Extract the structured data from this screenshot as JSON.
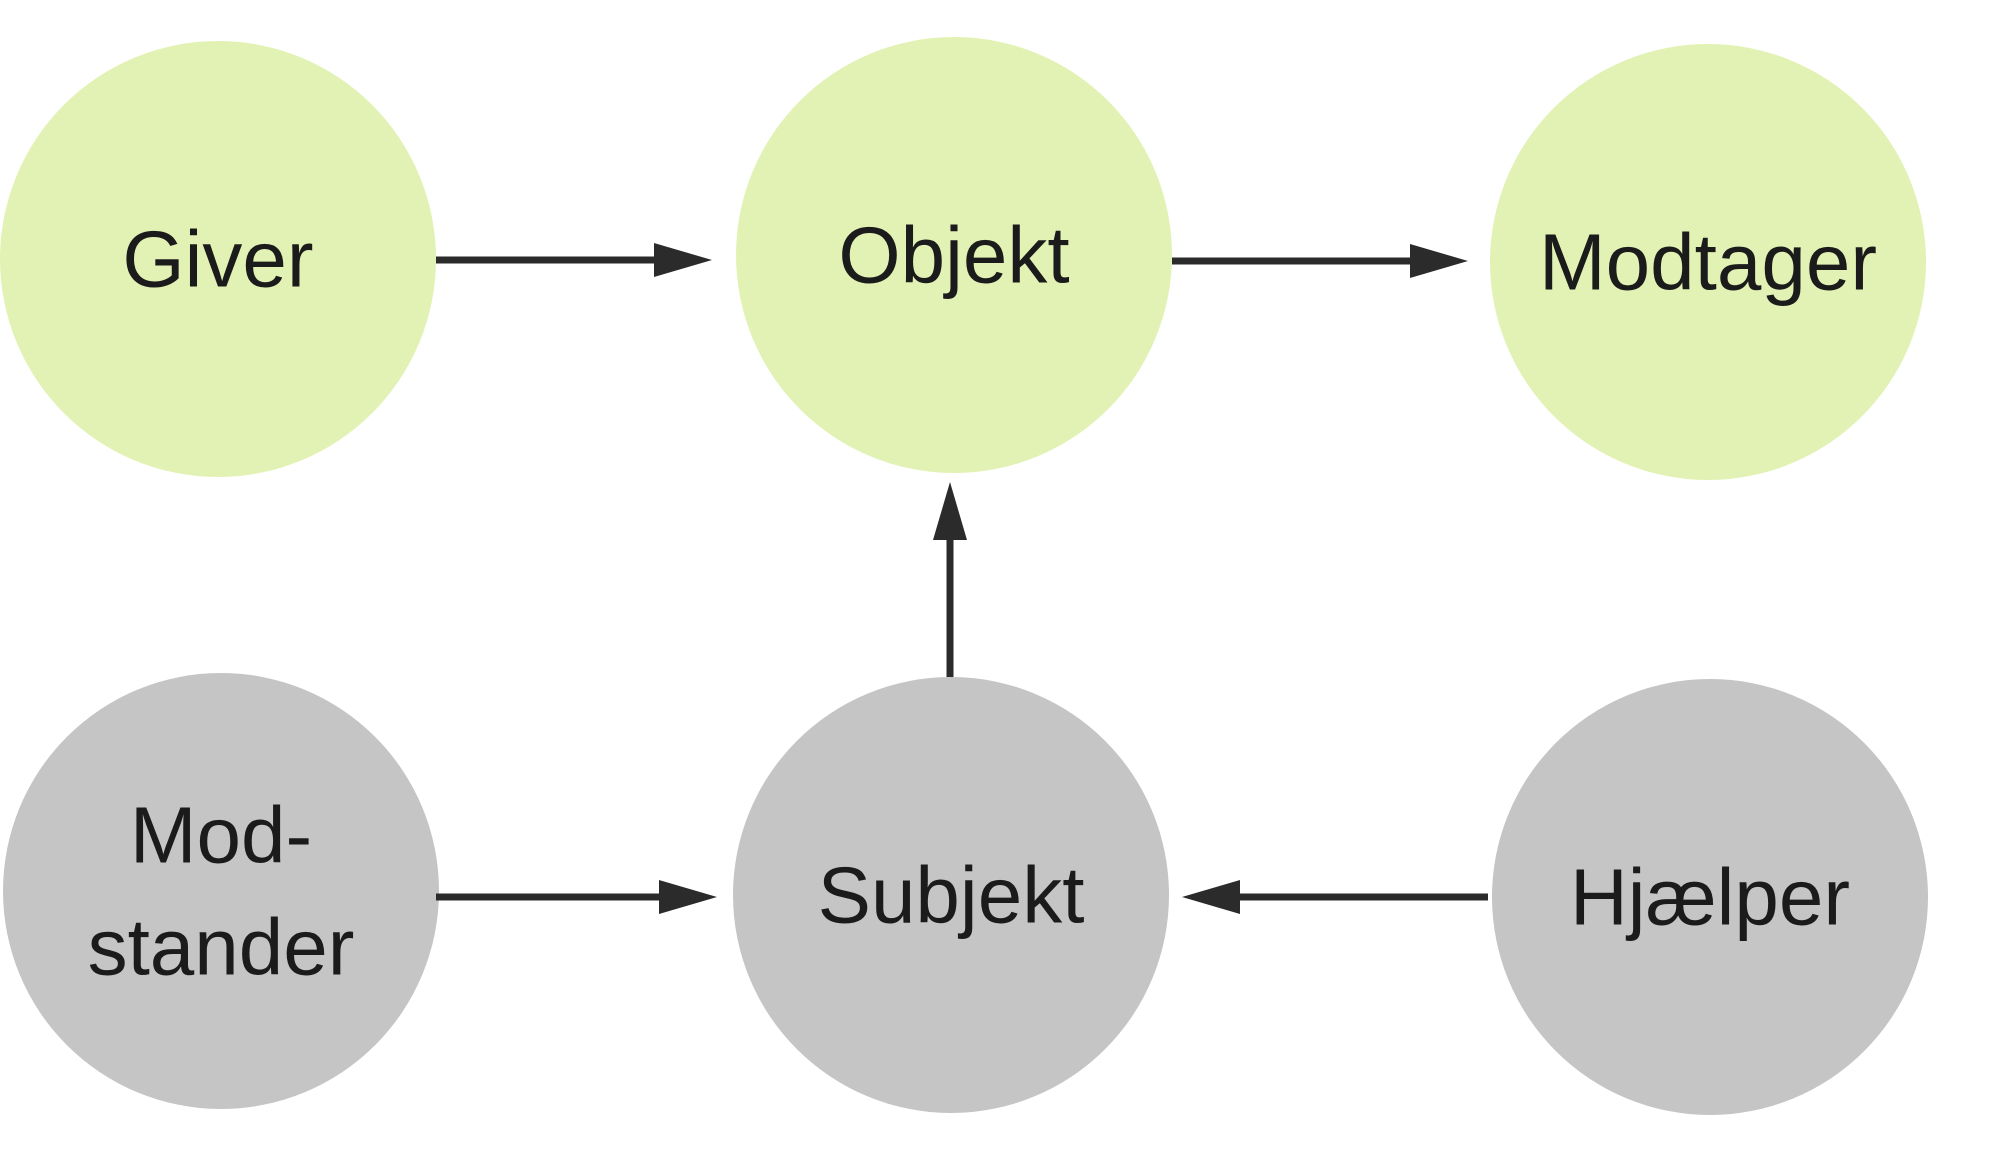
{
  "diagram_type": "actantial-model",
  "colors": {
    "background": "#ffffff",
    "actant_green": "#e2f2b4",
    "actant_gray": "#c5c5c5",
    "arrow": "#2b2b2b",
    "text": "#1b1b1b"
  },
  "nodes": [
    {
      "id": "giver",
      "label": "Giver",
      "color_role": "green"
    },
    {
      "id": "objekt",
      "label": "Objekt",
      "color_role": "green"
    },
    {
      "id": "modtager",
      "label": "Modtager",
      "color_role": "green"
    },
    {
      "id": "modstander",
      "label_line1": "Mod-",
      "label_line2": "stander",
      "color_role": "gray"
    },
    {
      "id": "subjekt",
      "label": "Subjekt",
      "color_role": "gray"
    },
    {
      "id": "hjaelper",
      "label": "Hjælper",
      "color_role": "gray"
    }
  ],
  "edges": [
    {
      "from": "Giver",
      "to": "Objekt"
    },
    {
      "from": "Objekt",
      "to": "Modtager"
    },
    {
      "from": "Mod-stander",
      "to": "Subjekt"
    },
    {
      "from": "Hjælper",
      "to": "Subjekt"
    },
    {
      "from": "Subjekt",
      "to": "Objekt"
    }
  ]
}
